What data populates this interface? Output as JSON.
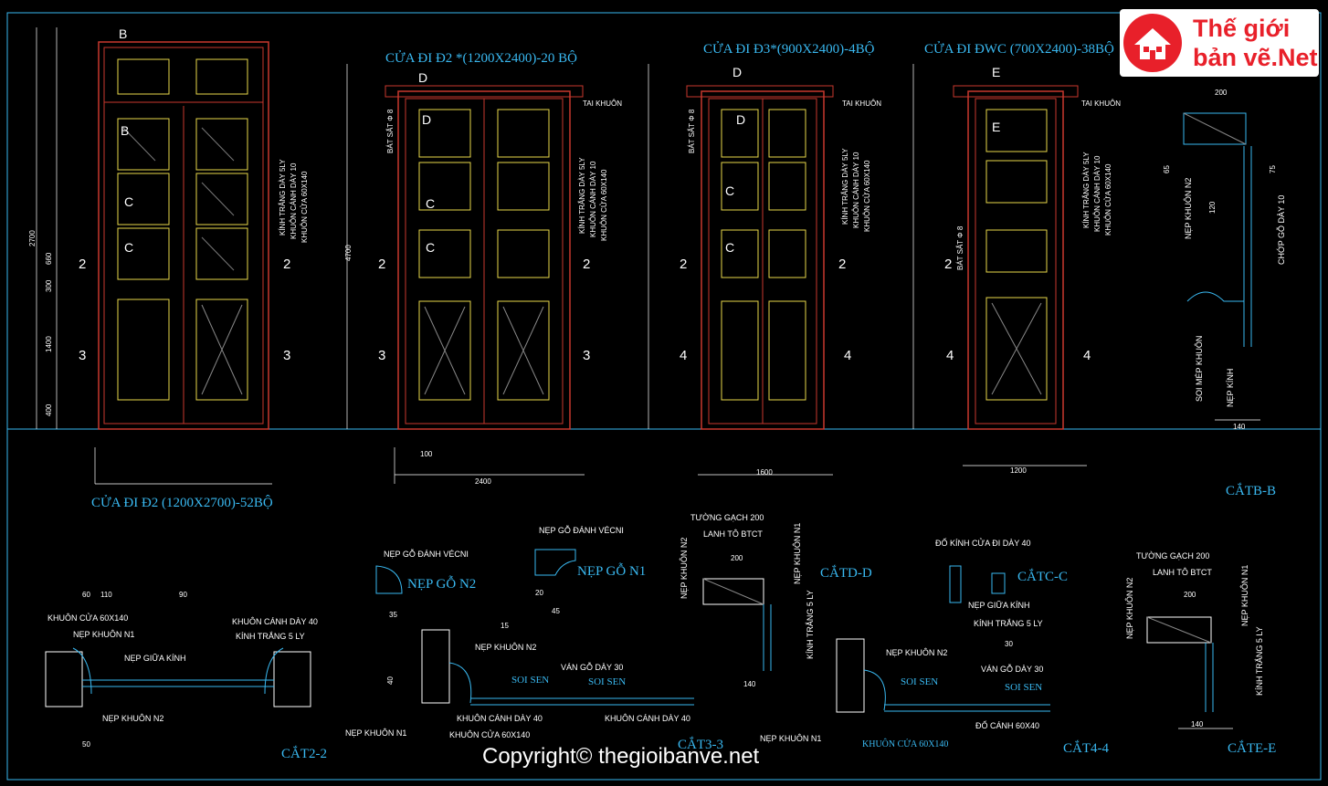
{
  "title_d2_2700": "CỬA ĐI Đ2 (1200X2700)-52BỘ",
  "title_d2_2400": "CỬA ĐI Đ2 *(1200X2400)-20 BỘ",
  "title_d3": "CỬA ĐI Đ3*(900X2400)-4BỘ",
  "title_dwc": "CỬA ĐI ĐWC (700X2400)-38BỘ",
  "door_tags": [
    "B",
    "B",
    "C",
    "C",
    "D",
    "D",
    "C",
    "C",
    "D",
    "D",
    "C",
    "C",
    "E",
    "E"
  ],
  "callouts": {
    "kinh_trang": "KÍNH TRẮNG DÀY 5LY",
    "khuon_canh": "KHUÔN CÁNH DÀY 10",
    "khuon_cua": "KHUÔN CỬA 60X140",
    "tai_khuon": "TAI KHUÔN",
    "bat_sat": "BÁT SẮT Φ 8"
  },
  "section_marks": [
    "2",
    "2",
    "3",
    "3",
    "2",
    "2",
    "3",
    "3",
    "2",
    "2",
    "4",
    "4",
    "2",
    "4",
    "4"
  ],
  "details": {
    "cat_bb": "CẮTB-B",
    "cat_22": "CẮT2-2",
    "cat_33": "CẮT3-3",
    "cat_44": "CẮT4-4",
    "cat_dd": "CẮTD-D",
    "cat_cc": "CẮTC-C",
    "cat_ee": "CẮTE-E",
    "nep_go_n2": "NẸP  GỖ  N2",
    "nep_go_n1": "NẸP  GỖ  N1",
    "nep_go_danh_vecni": "NẸP GỖ ĐÁNH VÉCNI",
    "nep_khuon_n1": "NẸP KHUÔN N1",
    "nep_khuon_n2": "NẸP KHUÔN N2",
    "nep_giua_kinh": "NẸP GIỮA KÍNH",
    "khuon_canh_40": "KHUÔN CÁNH DÀY 40",
    "kinh_trang_5": "KÍNH TRẮNG 5 LY",
    "khuon_cua_60x140": "KHUÔN CỬA 60X140",
    "soi_sen": "SOI SEN",
    "van_go_30": "VÁN GỖ DÀY 30",
    "tuong_gach": "TƯỜNG GẠCH 200",
    "lanh_to": "LANH TÔ BTCT",
    "do_kinh": "ĐỐ KÍNH CỬA ĐI DÀY 40",
    "do_canh": "ĐỐ CÁNH 60X40",
    "khuon_mn": "KHUÔN CỬA 60X140",
    "chop_go": "CHỚP GỖ DÀY 10",
    "soi_mep_khuon": "SOI MÉP KHUÔN",
    "nep_kinh": "NẸP KÍNH"
  },
  "dims": {
    "d2_2700_total": "2700",
    "d2_2400_total": "2400",
    "w_1200": "1200",
    "w_1600": "1600",
    "w_2000": "200",
    "v_100": "100",
    "v_140": "140",
    "v_200": "200",
    "v_400": "400",
    "v_1400": "1400",
    "v_660": "660",
    "v_300": "300",
    "v_4700": "4700",
    "v_60": "60",
    "v_90": "90",
    "v_110": "110",
    "v_50": "50",
    "v_40": "40",
    "v_30": "30",
    "v_35": "35",
    "v_15": "15",
    "v_20": "20",
    "v_45": "45",
    "v_120": "120",
    "v_75": "75",
    "v_65": "65"
  },
  "logo_line1": "Thế giới",
  "logo_line2": "bản vẽ.Net",
  "copyright": "Copyright© thegioibanve.net",
  "colors": {
    "cyan": "#39b8f0",
    "yellow": "#e8d84a",
    "red": "#c8382e",
    "white": "#ffffff",
    "brand": "#e8202a"
  }
}
